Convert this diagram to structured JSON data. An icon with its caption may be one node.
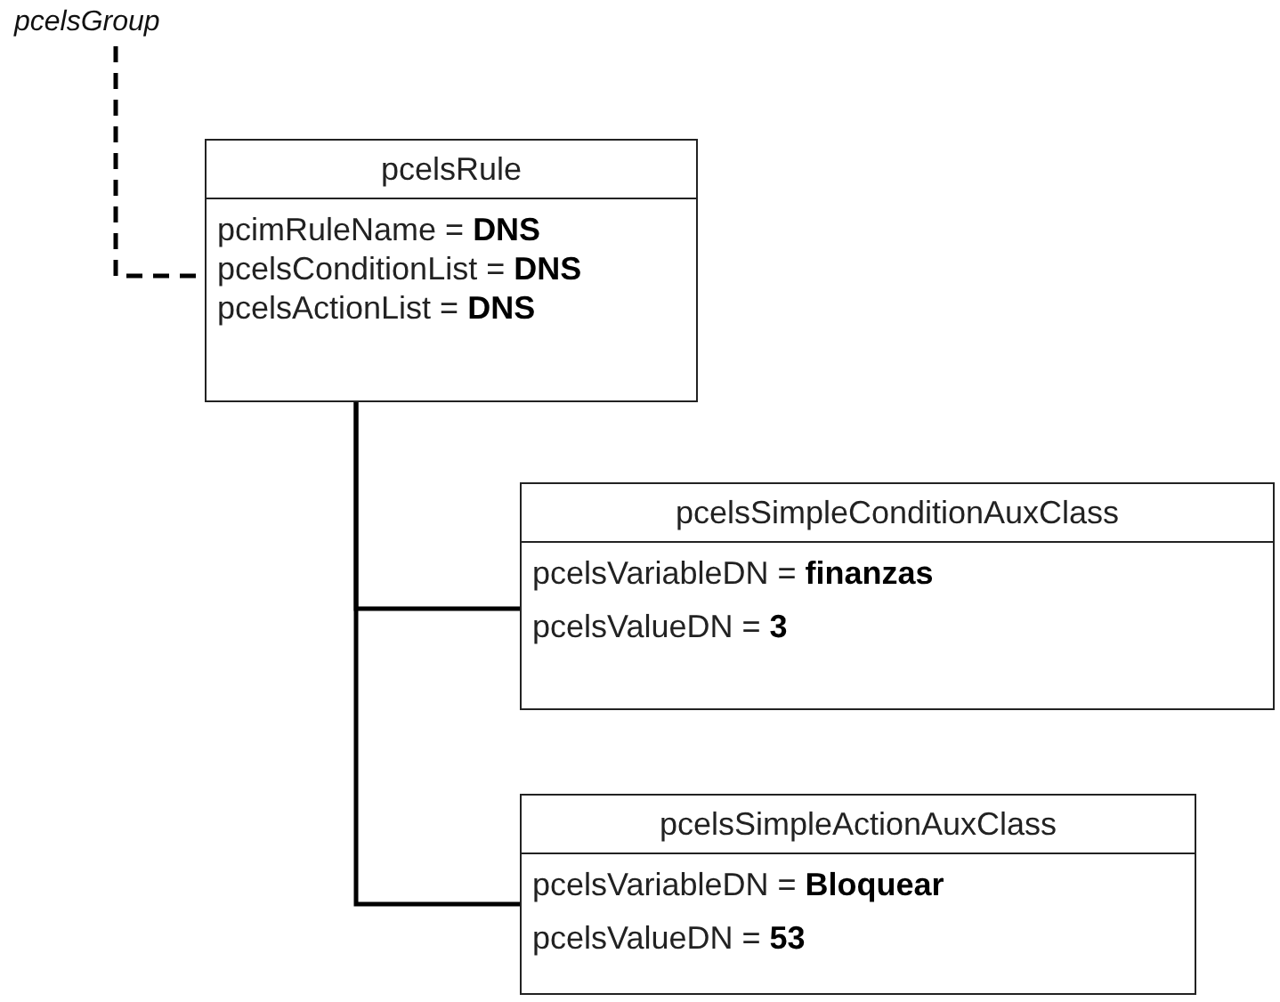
{
  "diagram": {
    "nodes": [
      {
        "text": [
          "pcelsGroup"
        ]
      },
      {
        "text": [
          "pcelsRule",
          "pcimRuleName = **DNS**",
          "pcelsConditionList = **DNS**",
          "pcelsActionList = **DNS**"
        ]
      },
      {
        "text": [
          "pcelsSimpleConditionAuxClass",
          "pcelsVariableDN = **finanzas**",
          "pcelsValueDN = **3**"
        ]
      },
      {
        "text": [
          "pcelsSimpleActionAuxClass",
          "pcelsVariableDN = **Bloquear**",
          "pcelsValueDN = **53**"
        ]
      }
    ],
    "edges": [
      {
        "from": 0,
        "to": 1,
        "arrow": "none",
        "style": "dashed"
      },
      {
        "from": 1,
        "to": 2,
        "arrow": "none"
      },
      {
        "from": 1,
        "to": 3,
        "arrow": "none"
      }
    ]
  }
}
